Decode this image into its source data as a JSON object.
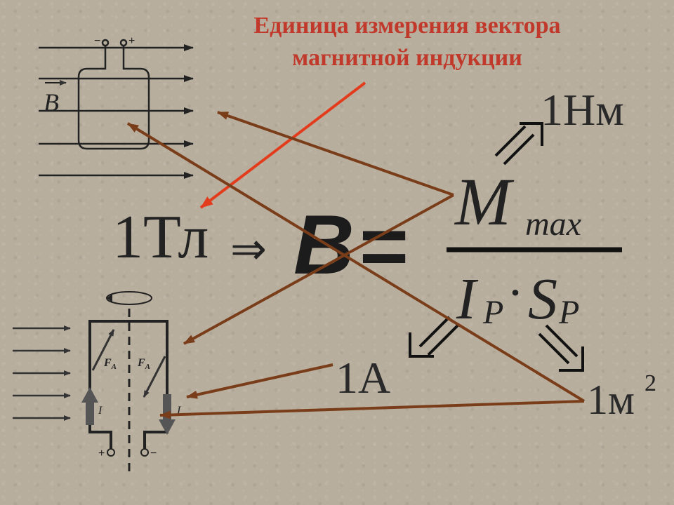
{
  "title": {
    "line1": "Единица измерения вектора",
    "line2": "магнитной индукции"
  },
  "formula": {
    "lhs_unit": "1Тл",
    "implies": "⇒",
    "lhs_symbol": "B",
    "equals": "=",
    "numerator_symbol": "M",
    "numerator_sub": "max",
    "denominator_current": "I",
    "denominator_current_sub": "P",
    "denominator_dot": "·",
    "denominator_area": "S",
    "denominator_area_sub": "P"
  },
  "units": {
    "torque": "1Нм",
    "current": "1A",
    "area": "1м",
    "area_exp": "2"
  },
  "top_figure": {
    "field_label": "B",
    "minus_sign": "−",
    "plus_sign": "+"
  },
  "bottom_figure": {
    "force_label_left": "F",
    "force_label_right": "F",
    "force_sub": "A",
    "current_label_left": "I",
    "current_label_right": "I",
    "plus_sign": "+",
    "minus_sign": "−"
  },
  "colors": {
    "background": "#b8ae9e",
    "title": "#c0392b",
    "red_arrow": "#e23c1c",
    "brown_lines": "#7a3d1a",
    "ink": "#222222"
  }
}
